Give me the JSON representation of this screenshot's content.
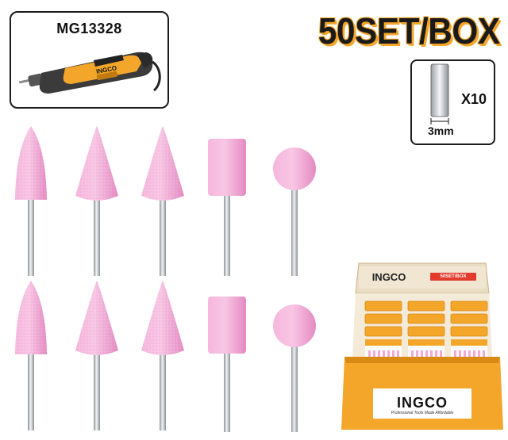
{
  "product": {
    "model_code": "MG13328",
    "headline": "50SET/BOX",
    "shank": {
      "quantity_label": "X10",
      "diameter_label": "3mm"
    },
    "tool_brand": "INGCO",
    "display_box": {
      "brand": "INGCO",
      "slogan": "Professional Tools Made Affordable",
      "top_brand": "INGCO",
      "top_tag": "50SET/BOX"
    }
  },
  "colors": {
    "stone_pink": "#f3a9d6",
    "stone_pink_dark": "#e58ac4",
    "shaft_silver": "#c9ccd0",
    "accent_orange": "#f3a62a",
    "outline_black": "#1c1c1c"
  },
  "stone_shapes": [
    "bullet",
    "cone",
    "cone",
    "cylinder",
    "ball",
    "bullet",
    "cone",
    "cone",
    "cylinder",
    "ball"
  ]
}
